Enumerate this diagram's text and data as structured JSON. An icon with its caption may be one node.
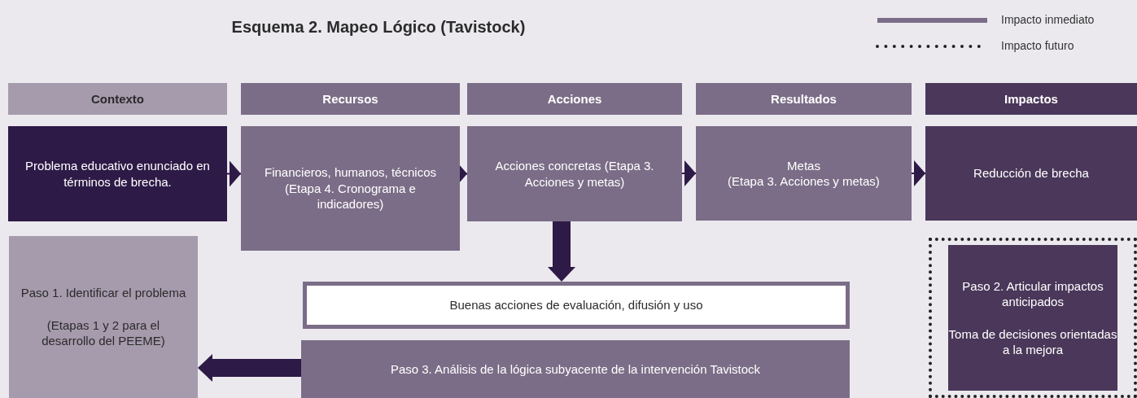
{
  "diagram": {
    "title": "Esquema 2. Mapeo Lógico (Tavistock)",
    "nodes": [
      {
        "text": [
          "Contexto"
        ]
      },
      {
        "text": [
          "Recursos"
        ]
      },
      {
        "text": [
          "Acciones"
        ]
      },
      {
        "text": [
          "Resultados"
        ]
      },
      {
        "text": [
          "Impactos"
        ]
      },
      {
        "text": [
          "Problema educativo enunciado en términos de brecha."
        ]
      },
      {
        "text": [
          "Financieros, humanos, técnicos",
          "(Etapa 4. Cronograma e indicadores)"
        ]
      },
      {
        "text": [
          "Acciones concretas (Etapa 3. Acciones y metas)"
        ]
      },
      {
        "text": [
          "Metas",
          "(Etapa 3. Acciones y metas)"
        ]
      },
      {
        "text": [
          "Reducción de brecha"
        ]
      },
      {
        "text": [
          "Paso 1. Identificar el problema",
          "(Etapas 1 y 2 para el desarrollo del PEEME)"
        ]
      },
      {
        "text": [
          "Buenas acciones de evaluación, difusión y uso"
        ]
      },
      {
        "text": [
          "Paso 3. Análisis de la lógica subyacente de la intervención Tavistock"
        ]
      },
      {
        "text": [
          "Paso 2. Articular impactos anticipados",
          "Toma de decisiones orientadas a la mejora"
        ]
      }
    ],
    "edges": [
      {
        "from": 5,
        "to": 6,
        "arrow": "to"
      },
      {
        "from": 6,
        "to": 7,
        "arrow": "to"
      },
      {
        "from": 7,
        "to": 8,
        "arrow": "to"
      },
      {
        "from": 8,
        "to": 9,
        "arrow": "to"
      },
      {
        "from": 7,
        "to": 11,
        "arrow": "to",
        "style": "thick"
      },
      {
        "from": 12,
        "to": 10,
        "arrow": "to",
        "style": "thick"
      }
    ],
    "legend": [
      {
        "text": "Impacto inmediato"
      },
      {
        "text": "Impacto futuro"
      }
    ]
  }
}
